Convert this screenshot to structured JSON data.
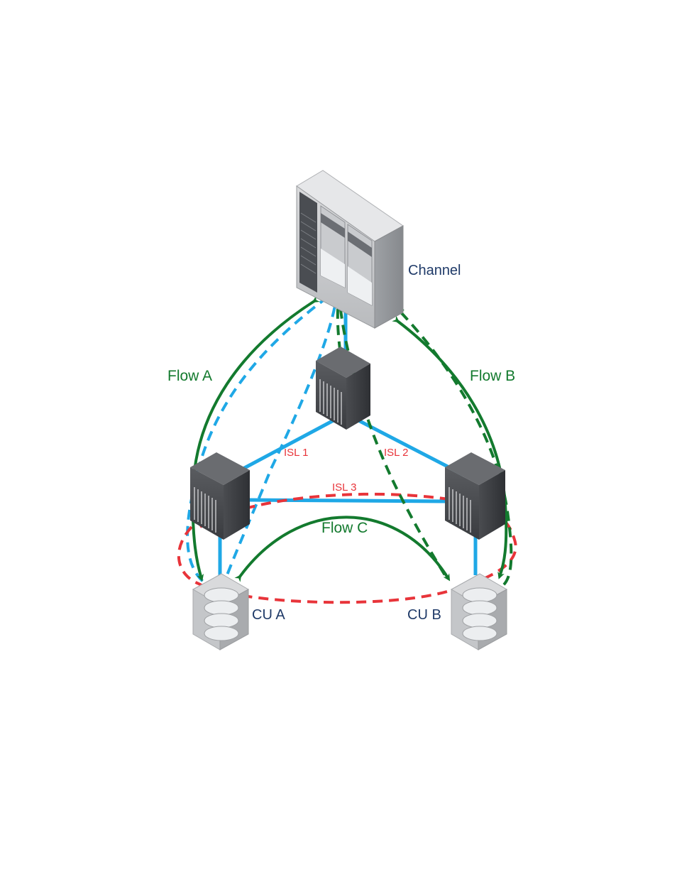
{
  "labels": {
    "channel": "Channel",
    "cu_a": "CU A",
    "cu_b": "CU B",
    "flow_a": "Flow A",
    "flow_b": "Flow B",
    "flow_c": "Flow C",
    "isl_1": "ISL 1",
    "isl_2": "ISL 2",
    "isl_3": "ISL 3"
  },
  "colors": {
    "link_blue": "#1fa8e6",
    "isl_red": "#e8343a",
    "flow_green": "#137a2e",
    "node_text": "#1f3a68"
  },
  "nodes": [
    {
      "id": "channel",
      "kind": "server-cabinet-icon"
    },
    {
      "id": "switch_top",
      "kind": "director-switch-icon"
    },
    {
      "id": "switch_left",
      "kind": "director-switch-icon"
    },
    {
      "id": "switch_right",
      "kind": "director-switch-icon"
    },
    {
      "id": "cu_a",
      "kind": "storage-disk-icon"
    },
    {
      "id": "cu_b",
      "kind": "storage-disk-icon"
    }
  ],
  "links": [
    {
      "from": "channel",
      "to": "switch_top",
      "style": "solid-blue"
    },
    {
      "from": "switch_top",
      "to": "switch_left",
      "style": "solid-blue",
      "label": "ISL 1"
    },
    {
      "from": "switch_top",
      "to": "switch_right",
      "style": "solid-blue",
      "label": "ISL 2"
    },
    {
      "from": "switch_left",
      "to": "switch_right",
      "style": "solid-blue",
      "label": "ISL 3"
    },
    {
      "from": "switch_left",
      "to": "cu_a",
      "style": "solid-blue"
    },
    {
      "from": "switch_right",
      "to": "cu_b",
      "style": "solid-blue"
    }
  ],
  "flows": [
    {
      "name": "Flow A",
      "from": "channel",
      "to": "cu_a"
    },
    {
      "name": "Flow B",
      "from": "channel",
      "to": "cu_b"
    },
    {
      "name": "Flow C",
      "from": "cu_a",
      "to": "cu_b"
    }
  ]
}
